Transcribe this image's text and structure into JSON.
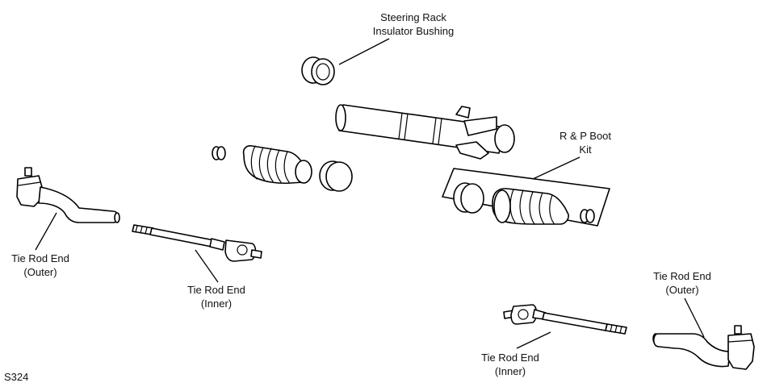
{
  "diagram": {
    "labels": {
      "bushing_line1": "Steering Rack",
      "bushing_line2": "Insulator Bushing",
      "boot_kit_line1": "R & P Boot",
      "boot_kit_line2": "Kit",
      "outer_left_line1": "Tie Rod End",
      "outer_left_line2": "(Outer)",
      "inner_left_line1": "Tie Rod End",
      "inner_left_line2": "(Inner)",
      "outer_right_line1": "Tie Rod End",
      "outer_right_line2": "(Outer)",
      "inner_right_line1": "Tie Rod End",
      "inner_right_line2": "(Inner)",
      "figure_code": "S324"
    }
  }
}
